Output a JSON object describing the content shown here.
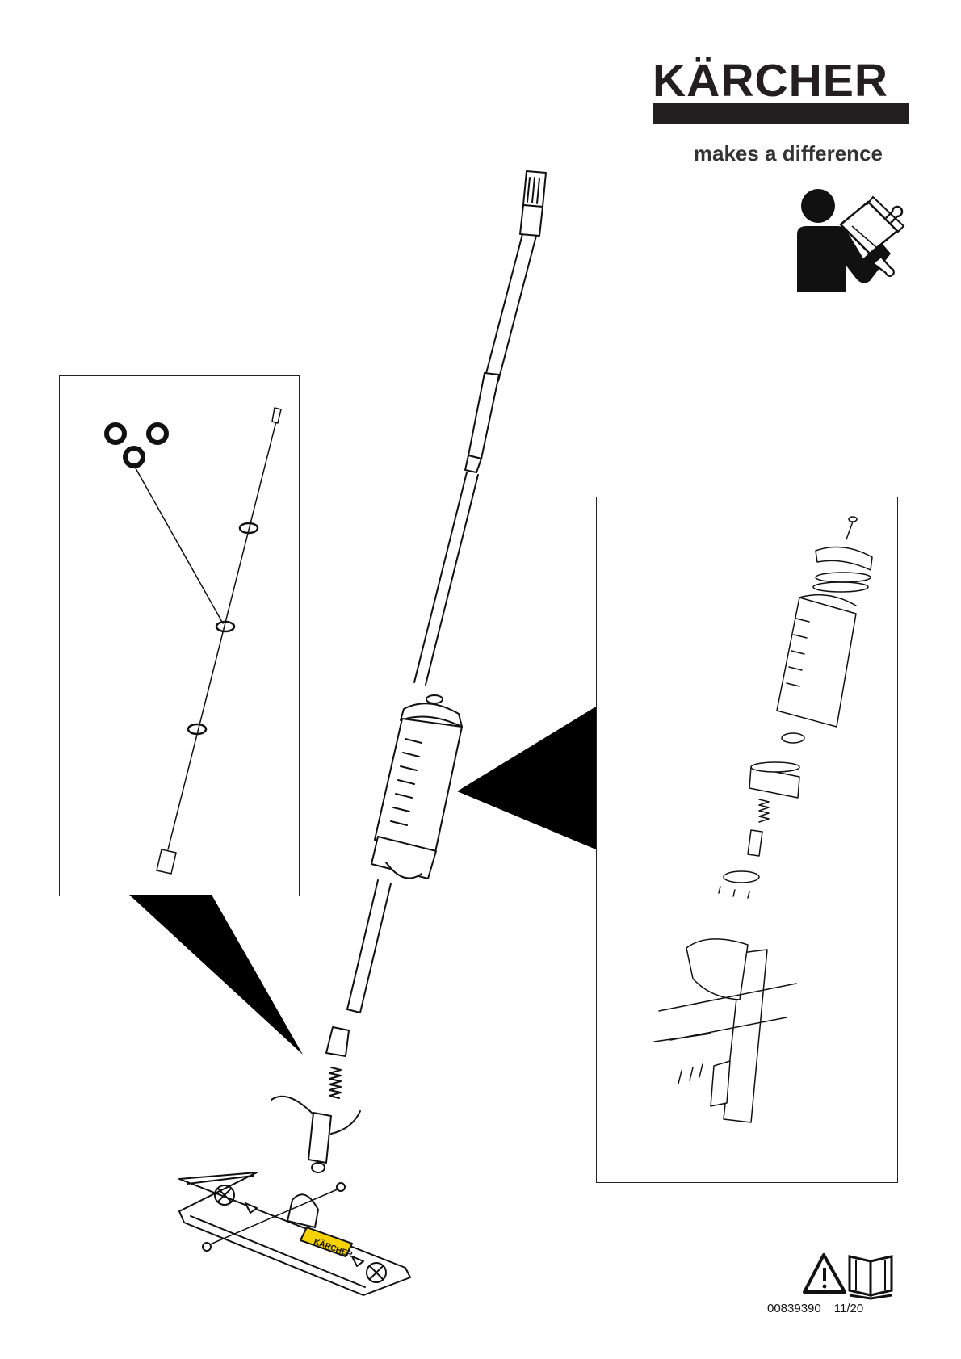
{
  "header": {
    "brand": "KÄRCHER",
    "tagline": "makes a difference",
    "read_manual_icon": "person-reading-manual-icon"
  },
  "footer": {
    "doc_number": "00839390",
    "doc_date": "11/20",
    "warning_icon": "warning-triangle-icon",
    "manual_icon": "open-book-icon"
  },
  "illustration": {
    "mop_head_label": "KÄRCHER",
    "detail_left": "hose-and-seals-detail",
    "detail_right": "tank-and-bracket-detail"
  },
  "colors": {
    "ink": "#231f20",
    "accent_yellow": "#f5d200"
  }
}
